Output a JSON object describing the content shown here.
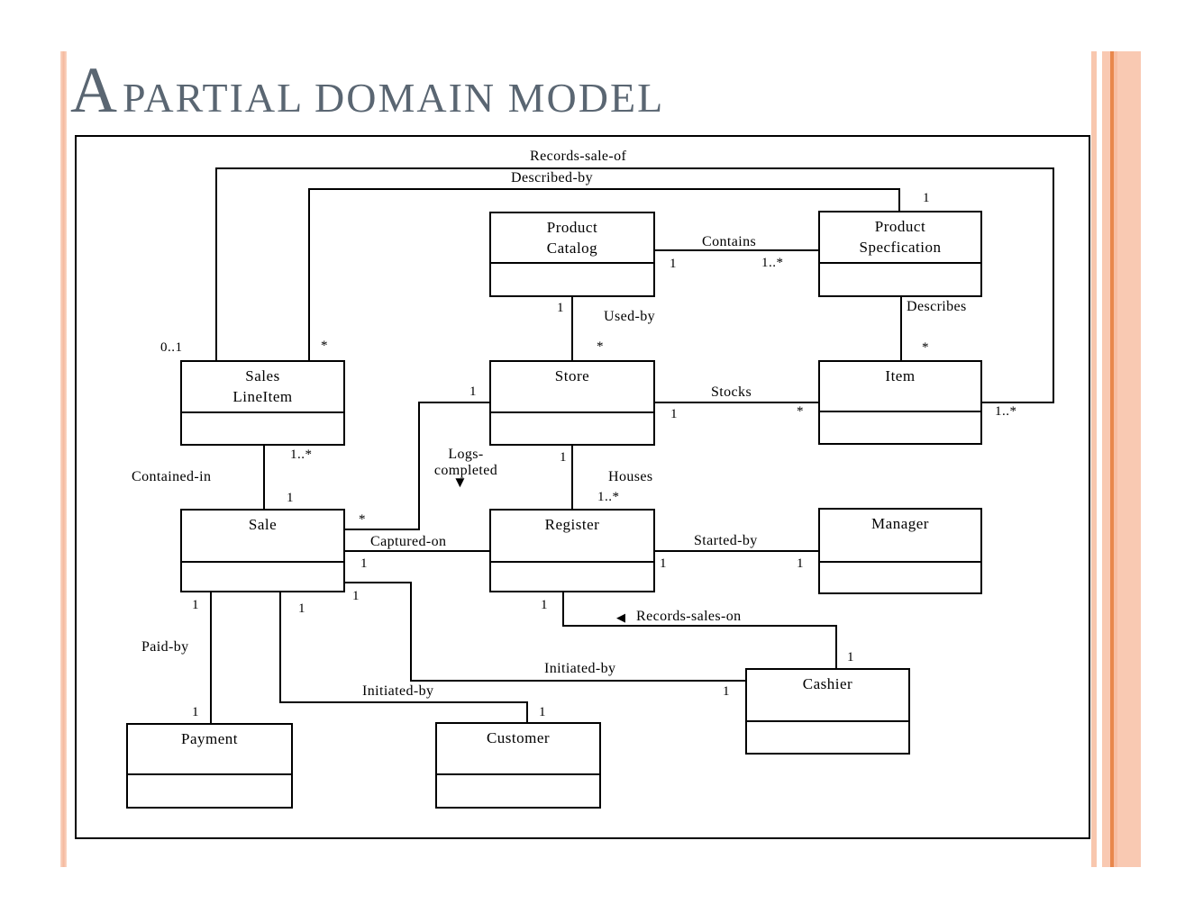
{
  "slide": {
    "title": {
      "initial": "A",
      "rest": "partial domain model"
    }
  },
  "diagram": {
    "classes": {
      "product_catalog": {
        "name": "Product\nCatalog"
      },
      "product_specification": {
        "name": "Product\nSpecfication"
      },
      "sales_line_item": {
        "name": "Sales\nLineItem"
      },
      "store": {
        "name": "Store"
      },
      "item": {
        "name": "Item"
      },
      "sale": {
        "name": "Sale"
      },
      "register": {
        "name": "Register"
      },
      "manager": {
        "name": "Manager"
      },
      "payment": {
        "name": "Payment"
      },
      "customer": {
        "name": "Customer"
      },
      "cashier": {
        "name": "Cashier"
      }
    },
    "associations": {
      "records_sale_of": {
        "label": "Records-sale-of",
        "mult_at_sales_line_item": "0..1",
        "mult_at_item": "1..*"
      },
      "described_by": {
        "label": "Described-by",
        "mult_at_sales_line_item": "*",
        "mult_at_product_specification": "1"
      },
      "contains": {
        "label": "Contains",
        "mult_at_product_catalog": "1",
        "mult_at_product_specification": "1..*"
      },
      "used_by": {
        "label": "Used-by",
        "mult_at_product_catalog": "1",
        "mult_at_store": "*"
      },
      "describes": {
        "label": "Describes",
        "mult_at_item": "*"
      },
      "stocks": {
        "label": "Stocks",
        "mult_at_store": "1",
        "mult_at_item": "*"
      },
      "logs_completed": {
        "label": "Logs-\ncompleted",
        "direction_arrow": "▼",
        "mult_at_store": "1",
        "mult_at_sale": "*"
      },
      "contained_in": {
        "label": "Contained-in",
        "mult_at_sales_line_item": "1..*",
        "mult_at_sale": "1"
      },
      "houses": {
        "label": "Houses",
        "mult_at_store": "1",
        "mult_at_register": "1..*"
      },
      "captured_on": {
        "label": "Captured-on",
        "mult_at_sale": "1"
      },
      "started_by": {
        "label": "Started-by",
        "mult_at_register": "1",
        "mult_at_manager": "1"
      },
      "records_sales_on": {
        "label": "Records-sales-on",
        "direction_arrow": "◀",
        "mult_at_register": "1",
        "mult_at_cashier": "1"
      },
      "initiated_by_cashier": {
        "label": "Initiated-by",
        "mult_at_sale": "1",
        "mult_at_cashier": "1"
      },
      "initiated_by_customer": {
        "label": "Initiated-by",
        "mult_at_sale": "1",
        "mult_at_customer": "1"
      },
      "paid_by": {
        "label": "Paid-by",
        "mult_at_sale": "1",
        "mult_at_payment": "1"
      }
    },
    "accent_colors": {
      "stripe_light": "#f9c9b2",
      "stripe_dark": "#e8874c"
    }
  }
}
